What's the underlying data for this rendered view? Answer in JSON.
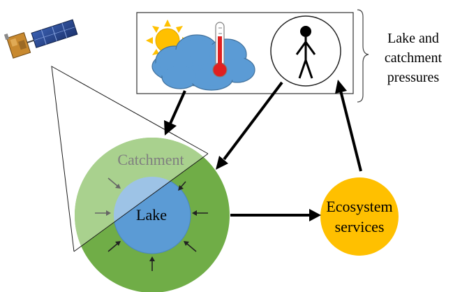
{
  "diagram": {
    "pressures_label": [
      "Lake and",
      "catchment",
      "pressures"
    ],
    "catchment_label": "Catchment",
    "lake_label": "Lake",
    "ecosystem_label": [
      "Ecosystem",
      "services"
    ]
  },
  "icons": {
    "satellite": "satellite-icon",
    "sun": "sun-icon",
    "cloud": "cloud-icon",
    "thermometer": "thermometer-icon",
    "person": "person-icon"
  },
  "colors": {
    "catchment_light": "#a9d18e",
    "catchment_dark": "#70ad47",
    "lake": "#5b9bd5",
    "ecosystem": "#ffc000",
    "cloud": "#5b9bd5",
    "sun": "#ffc000",
    "thermo_red": "#e02020",
    "catchment_text": "#7f7f7f"
  }
}
